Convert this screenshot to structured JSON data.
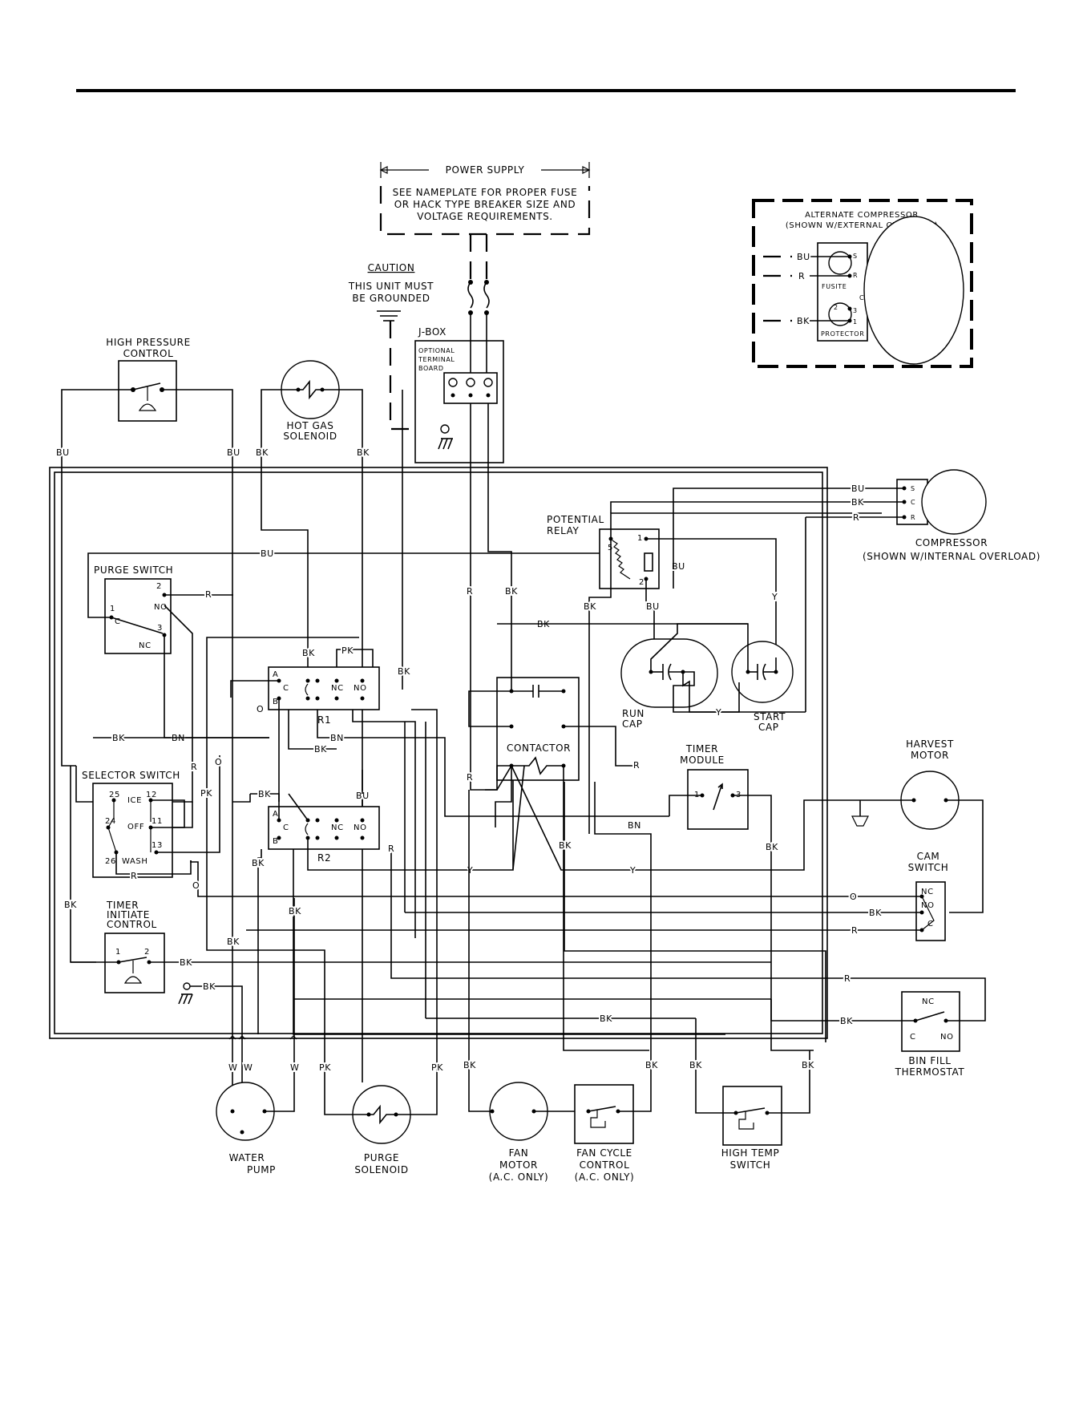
{
  "power_supply": {
    "title": "POWER SUPPLY",
    "note_lines": [
      "SEE NAMEPLATE FOR PROPER FUSE",
      "OR HACK TYPE BREAKER SIZE AND",
      "VOLTAGE REQUIREMENTS."
    ]
  },
  "caution": {
    "title": "CAUTION",
    "lines": [
      "THIS UNIT MUST",
      "BE GROUNDED"
    ]
  },
  "jbox": {
    "title": "J-BOX",
    "sub_lines": [
      "OPTIONAL",
      "TERMINAL",
      "BOARD"
    ]
  },
  "alternate_compressor": {
    "lines": [
      "ALTERNATE COMPRESSOR",
      "(SHOWN W/EXTERNAL OVERLOAD)"
    ],
    "fusite": "FUSITE",
    "protector": "PROTECTOR",
    "terminals": [
      "S",
      "R",
      "C",
      "2",
      "3",
      "1"
    ],
    "wires": [
      "BU",
      "R",
      "BK"
    ]
  },
  "components": {
    "high_pressure_control": [
      "HIGH PRESSURE",
      "CONTROL"
    ],
    "hot_gas_solenoid": [
      "HOT GAS",
      "SOLENOID"
    ],
    "potential_relay": [
      "POTENTIAL",
      "RELAY"
    ],
    "potential_relay_terminals": [
      "5",
      "1",
      "2"
    ],
    "compressor": [
      "COMPRESSOR",
      "(SHOWN W/INTERNAL OVERLOAD)"
    ],
    "compressor_terminals": [
      "S",
      "C",
      "R"
    ],
    "purge_switch": "PURGE SWITCH",
    "purge_switch_terminals": [
      "1",
      "C",
      "2",
      "NO",
      "3",
      "NC"
    ],
    "relay_r1": "R1",
    "relay_r2": "R2",
    "relay_terminals": [
      "A",
      "C",
      "B",
      "NC",
      "NO"
    ],
    "run_cap": [
      "RUN",
      "CAP"
    ],
    "start_cap": [
      "START",
      "CAP"
    ],
    "contactor": "CONTACTOR",
    "timer_module": [
      "TIMER",
      "MODULE"
    ],
    "timer_module_terminals": [
      "1",
      "3"
    ],
    "harvest_motor": [
      "HARVEST",
      "MOTOR"
    ],
    "selector_switch": "SELECTOR SWITCH",
    "selector_labels": [
      "25",
      "ICE",
      "12",
      "24",
      "OFF",
      "11",
      "26",
      "WASH",
      "13"
    ],
    "cam_switch": [
      "CAM",
      "SWITCH"
    ],
    "cam_switch_terminals": [
      "NC",
      "NO",
      "C"
    ],
    "timer_initiate_control": [
      "TIMER",
      "INITIATE",
      "CONTROL"
    ],
    "timer_initiate_terminals": [
      "1",
      "2"
    ],
    "bin_fill_thermostat": [
      "BIN FILL",
      "THERMOSTAT"
    ],
    "bin_fill_terminals": [
      "NC",
      "C",
      "NO"
    ],
    "water_pump": [
      "WATER",
      "PUMP"
    ],
    "purge_solenoid": [
      "PURGE",
      "SOLENOID"
    ],
    "fan_motor": [
      "FAN",
      "MOTOR",
      "(A.C. ONLY)"
    ],
    "fan_cycle_control": [
      "FAN CYCLE",
      "CONTROL",
      "(A.C. ONLY)"
    ],
    "high_temp_switch": [
      "HIGH TEMP",
      "SWITCH"
    ]
  },
  "wire_labels": {
    "bu": "BU",
    "bk": "BK",
    "r": "R",
    "pk": "PK",
    "bn": "BN",
    "y": "Y",
    "o": "O",
    "w": "W"
  }
}
